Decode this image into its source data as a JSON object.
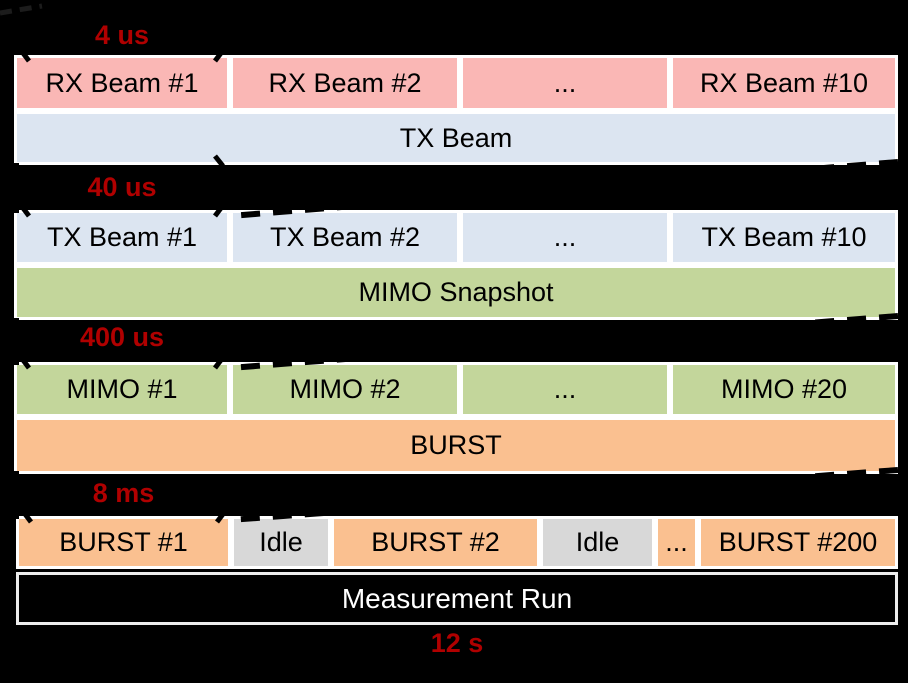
{
  "colors": {
    "rx": "#FAB7B5",
    "tx": "#DCE5F1",
    "mimo": "#C3D69B",
    "burst": "#FAC090",
    "idle": "#D8D8D8",
    "run_bg": "#000000",
    "run_border": "#EDEDED",
    "run_text": "#FFFFFF",
    "box_text": "#000000",
    "cell_border": "#FFFFFF",
    "label": "#B00000",
    "connector": "#000000"
  },
  "levels": [
    {
      "duration": "4 us",
      "cells": [
        "RX Beam #1",
        "RX Beam #2",
        "...",
        "RX Beam #10"
      ],
      "container": "TX Beam"
    },
    {
      "duration": "40 us",
      "cells": [
        "TX Beam #1",
        "TX Beam #2",
        "...",
        "TX Beam #10"
      ],
      "container": "MIMO Snapshot"
    },
    {
      "duration": "400 us",
      "cells": [
        "MIMO #1",
        "MIMO #2",
        "...",
        "MIMO #20"
      ],
      "container": "BURST"
    },
    {
      "duration": "8 ms",
      "cells": [
        "BURST #1",
        "Idle",
        "BURST #2",
        "Idle",
        "...",
        "BURST #200"
      ],
      "container": "Measurement Run"
    }
  ],
  "total_duration": "12 s"
}
